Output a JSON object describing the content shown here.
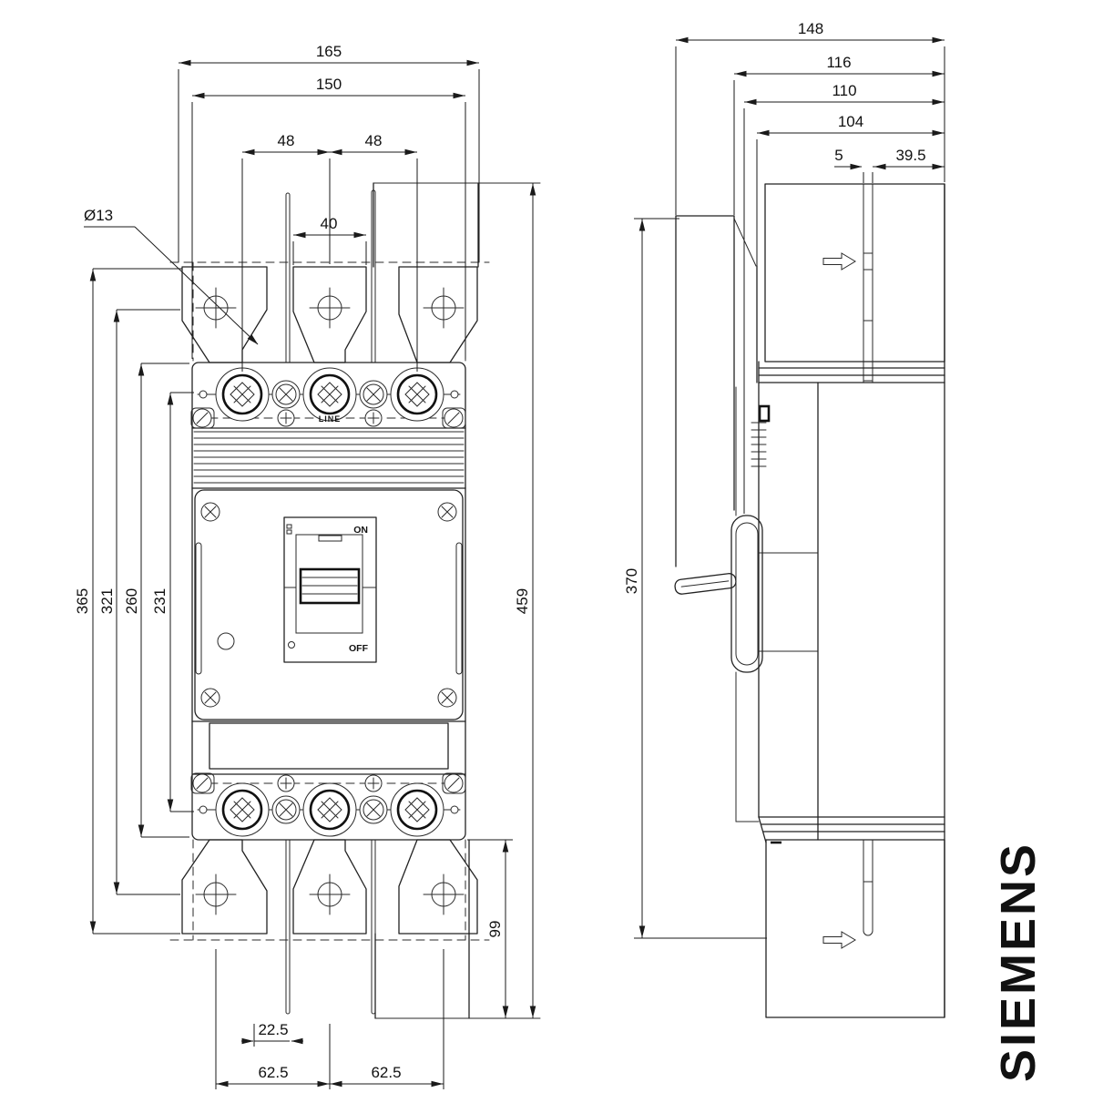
{
  "drawing": {
    "views": {
      "front": "front-view",
      "side": "side-view"
    },
    "front_dims": {
      "overall_width": "165",
      "body_width": "150",
      "pole_pitch_left": "48",
      "pole_pitch_right": "48",
      "center_tab_width": "40",
      "hole_diameter": "Ø13",
      "height_tab_to_tab": "365",
      "height_hole_to_hole": "321",
      "body_height": "260",
      "lug_to_lug": "231",
      "overall_height": "459",
      "tab_extension": "99",
      "strap_offset": "22.5",
      "hole_pitch_left": "62.5",
      "hole_pitch_right": "62.5"
    },
    "side_dims": {
      "overall_depth": "148",
      "depth_116": "116",
      "depth_110": "110",
      "depth_104": "104",
      "gap_5": "5",
      "depth_39_5": "39.5",
      "body_height": "370"
    },
    "labels": {
      "line": "LINE",
      "on": "ON",
      "off": "OFF"
    }
  },
  "brand": {
    "name": "SIEMENS",
    "color": "#0f9b95"
  }
}
